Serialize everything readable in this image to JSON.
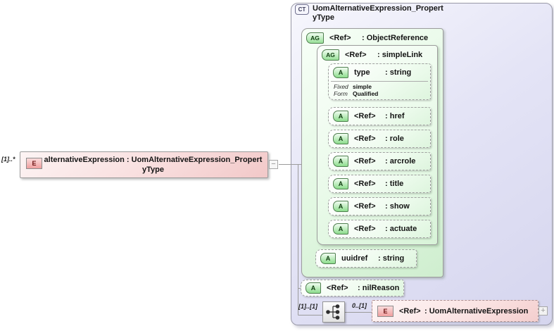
{
  "element_node": {
    "cardinality": "[1]..*",
    "icon": "E",
    "title_line1": "alternativeExpression : UomAlternativeExpression_Propert",
    "title_line2": "yType",
    "collapse_symbol": "−"
  },
  "complex_type": {
    "icon": "CT",
    "title_line1": "UomAlternativeExpression_Propert",
    "title_line2": "yType",
    "object_reference": {
      "icon": "AG",
      "name": "<Ref>",
      "type": ": ObjectReference",
      "simple_link": {
        "icon": "AG",
        "name": "<Ref>",
        "type": ": simpleLink",
        "attributes": [
          {
            "icon": "A",
            "name": "type",
            "type": ": string",
            "facets": [
              {
                "label": "Fixed",
                "value": "simple"
              },
              {
                "label": "Form",
                "value": "Qualified"
              }
            ]
          },
          {
            "icon": "A",
            "name": "<Ref>",
            "type": ": href"
          },
          {
            "icon": "A",
            "name": "<Ref>",
            "type": ": role"
          },
          {
            "icon": "A",
            "name": "<Ref>",
            "type": ": arcrole"
          },
          {
            "icon": "A",
            "name": "<Ref>",
            "type": ": title"
          },
          {
            "icon": "A",
            "name": "<Ref>",
            "type": ": show"
          },
          {
            "icon": "A",
            "name": "<Ref>",
            "type": ": actuate"
          }
        ]
      },
      "uuidref": {
        "icon": "A",
        "name": "uuidref",
        "type": ": string"
      }
    },
    "nil_reason": {
      "icon": "A",
      "name": "<Ref>",
      "type": ": nilReason"
    },
    "sequence": {
      "compositor_icon": "sequence-icon",
      "cardinality": "[1]..[1]",
      "child_cardinality": "0..[1]",
      "child": {
        "icon": "E",
        "name": "<Ref>",
        "type": ": UomAlternativeExpression",
        "expand_symbol": "+"
      }
    }
  },
  "colors": {
    "element_fill": "#f6d8d8",
    "complex_type_fill": "#dedef2",
    "attribute_group_fill": "#e4f7e4",
    "connector_line": "#9b9b9b"
  }
}
